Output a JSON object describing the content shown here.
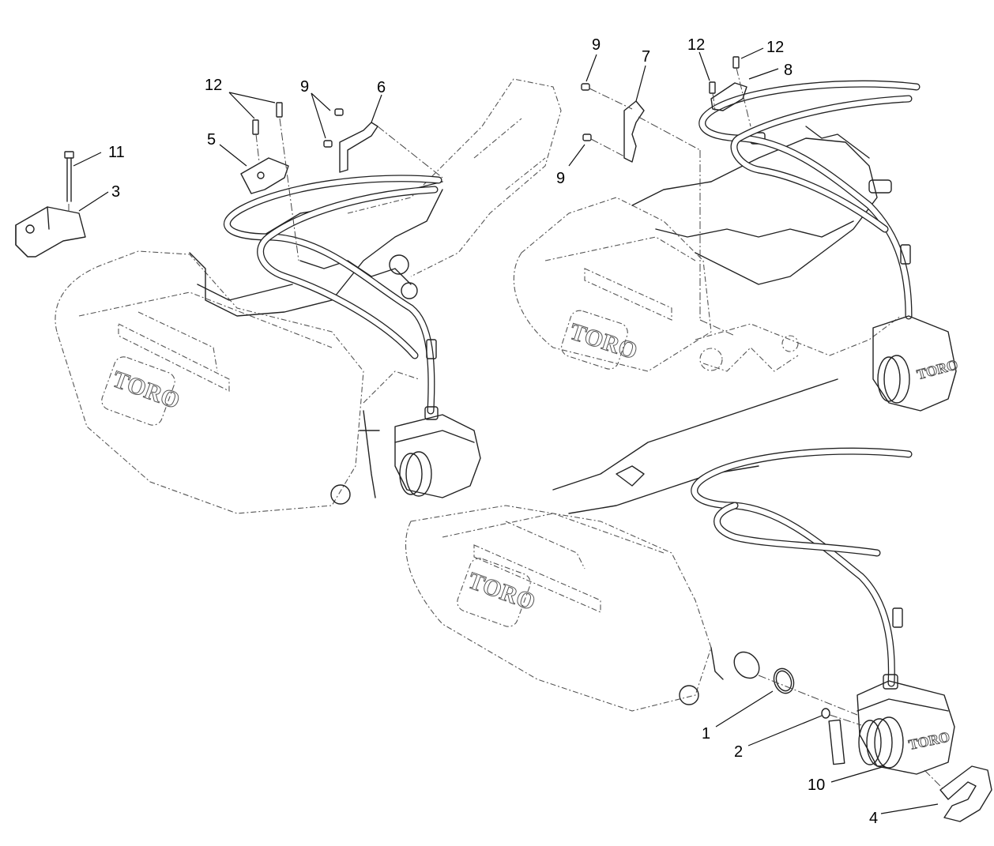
{
  "callouts": {
    "c1": "1",
    "c2": "2",
    "c3": "3",
    "c4": "4",
    "c5": "5",
    "c6": "6",
    "c7": "7",
    "c8": "8",
    "c9a": "9",
    "c9b": "9",
    "c9c": "9",
    "c10": "10",
    "c11": "11",
    "c12a": "12",
    "c12b": "12",
    "c12c": "12"
  },
  "logos": {
    "deck_left": "TORO",
    "deck_front": "TORO",
    "deck_right": "TORO",
    "motor_right": "TORO",
    "motor_bottom": "TORO"
  }
}
